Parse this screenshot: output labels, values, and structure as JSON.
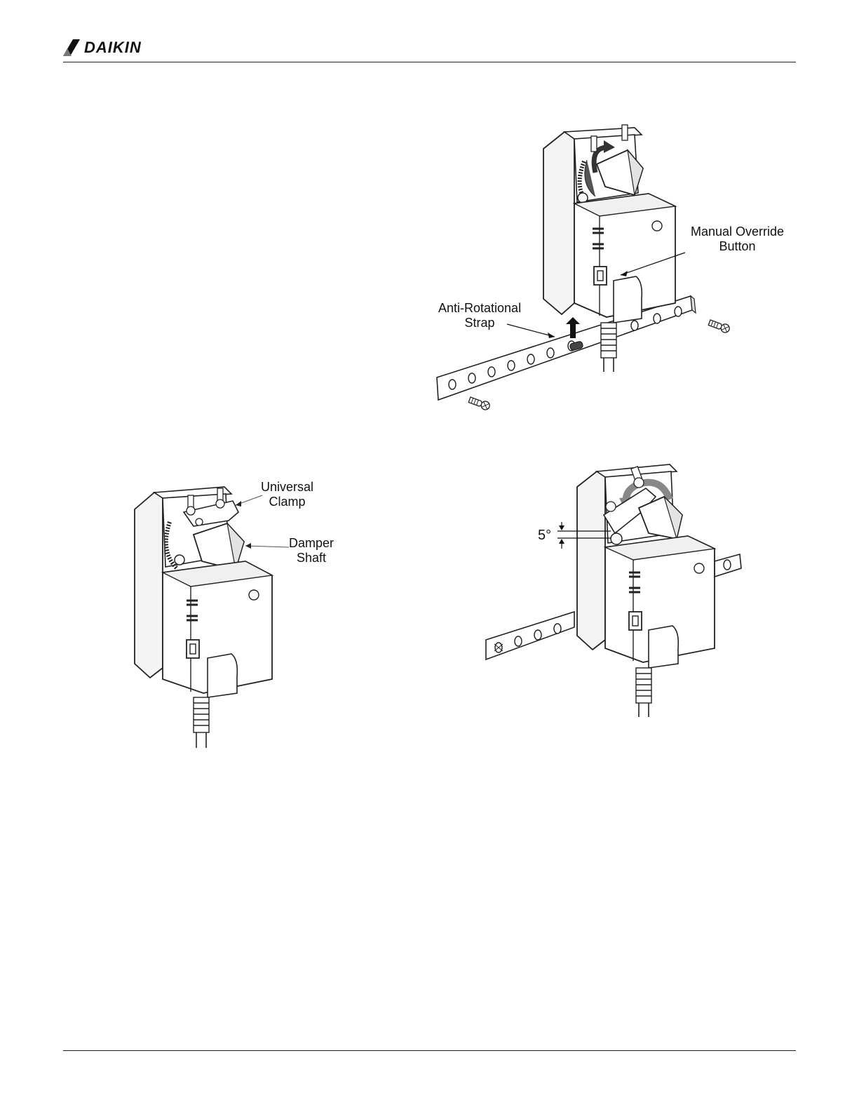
{
  "header": {
    "brand": "DAIKIN"
  },
  "figures": {
    "top": {
      "labels": {
        "manual_override": "Manual Override",
        "manual_override_2": "Button",
        "anti_rotational": "Anti-Rotational",
        "anti_rotational_2": "Strap"
      }
    },
    "left": {
      "labels": {
        "universal": "Universal",
        "universal_2": "Clamp",
        "damper": "Damper",
        "damper_2": "Shaft"
      }
    },
    "right": {
      "labels": {
        "angle": "5°"
      }
    }
  },
  "icons": [
    "daikin-logo-icon",
    "screw-icon",
    "arrow-up-icon",
    "rotation-arrow-icon"
  ],
  "colors": {
    "ink": "#111111",
    "body_shade": "#e6e6e6",
    "dark_shade": "#555555"
  }
}
